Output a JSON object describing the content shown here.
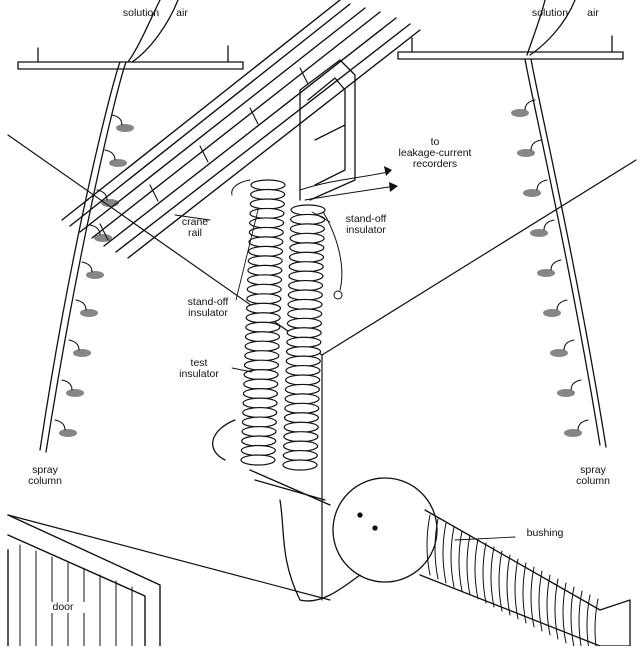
{
  "labels": {
    "solution_left": "solution",
    "air_left": "air",
    "solution_right": "solution",
    "air_right": "air",
    "leakage_recorders": [
      "to",
      "leakage-current",
      "recorders"
    ],
    "crane_rail": [
      "crane",
      "rail"
    ],
    "standoff_upper": [
      "stand-off",
      "insulator"
    ],
    "standoff_left": [
      "stand-off",
      "insulator"
    ],
    "test_insulator": [
      "test",
      "insulator"
    ],
    "spray_column_left": [
      "spray",
      "column"
    ],
    "spray_column_right": [
      "spray",
      "column"
    ],
    "bushing": "bushing",
    "door": "door"
  },
  "icons": {
    "insulator_string": "stacked-disc-insulator",
    "spray_nozzle": "spray-nozzle",
    "bushing_dome": "bushing-dome",
    "door_frame": "door"
  }
}
